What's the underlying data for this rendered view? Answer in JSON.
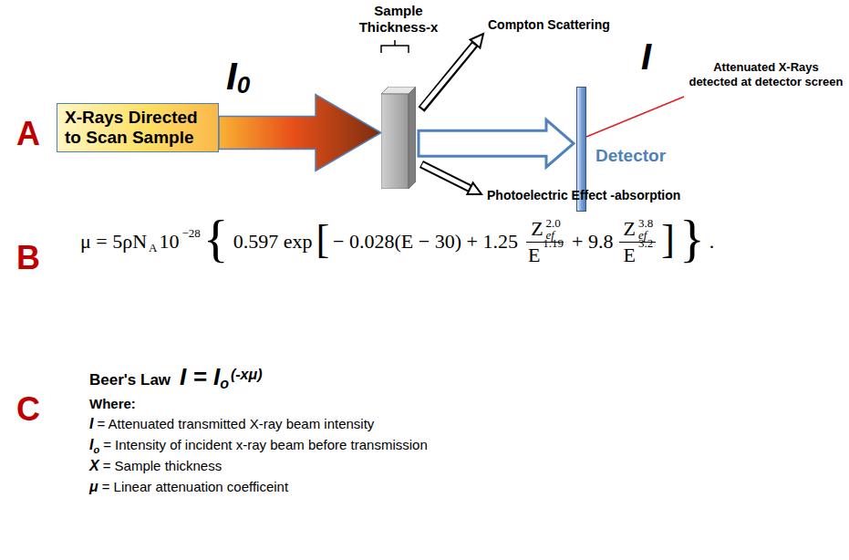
{
  "diagram": {
    "nodes": [
      {
        "text": [
          "X-Rays Directed to Scan Sample"
        ]
      },
      {
        "text": [
          "Sample Thickness-x"
        ]
      },
      {
        "text": [
          "Detector"
        ]
      }
    ],
    "edges": [
      {
        "from": 0,
        "to": 1,
        "arrow": "to"
      },
      {
        "from": 1,
        "to": 2,
        "arrow": "to"
      }
    ],
    "labels": [
      "A",
      "B",
      "C",
      "I",
      "0",
      "Compton Scattering",
      "Photoelectric Effect -absorption",
      "I",
      "Attenuated X-Rays detected at detector screen",
      "μ = 5ρN",
      "A",
      "10",
      "−28",
      "{",
      "0.597 exp",
      "[",
      "− 0.028(E − 30) + 1.25",
      "Z",
      "2.0",
      "ef",
      "E",
      "1.19",
      "+ 9.8",
      "Z",
      "3.8",
      "ef",
      "E",
      "3.2",
      "]",
      "}",
      ".",
      "Beer's Law",
      "I = I",
      "o",
      "(-xμ)",
      "Where:",
      "I",
      "= Attenuated transmitted X-ray beam intensity",
      "I",
      "o",
      "= Intensity of incident x-ray beam before transmission",
      "X",
      "= Sample thickness",
      "μ",
      "= Linear attenuation coefficeint"
    ]
  }
}
